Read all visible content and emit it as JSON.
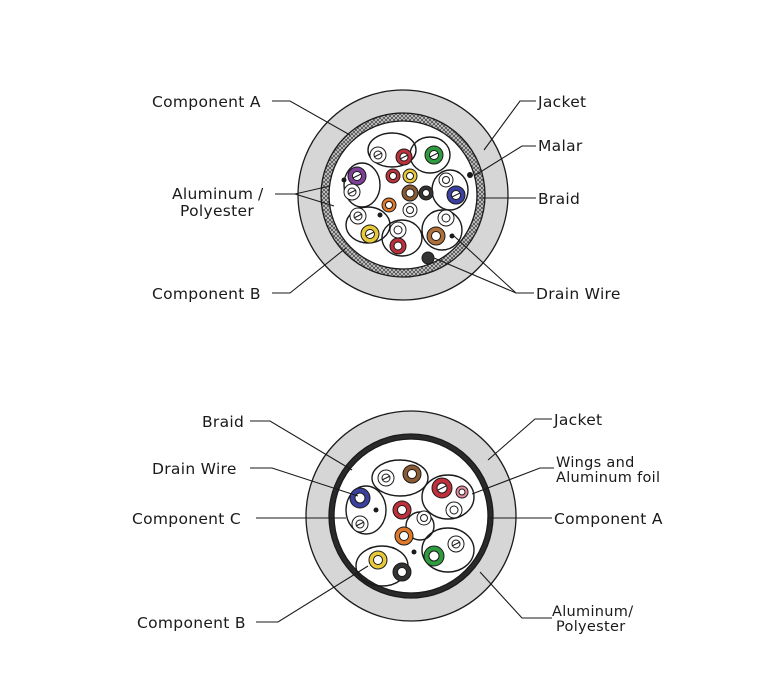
{
  "diagram_top": {
    "labels": {
      "component_a": "Component A",
      "jacket": "Jacket",
      "malar": "Malar",
      "aluminum_line1": "Aluminum",
      "aluminum_line2": "Polyester",
      "braid": "Braid",
      "component_b": "Component B",
      "drain_wire": "Drain Wire"
    },
    "conductor_colors": [
      "#c0303a",
      "#2f9a3e",
      "#3b3f9e",
      "#7e3f98",
      "#d6a21e",
      "#8a5a32",
      "#e7c93a",
      "#e07a2a",
      "#333333",
      "#b0703a"
    ]
  },
  "diagram_bottom": {
    "labels": {
      "braid": "Braid",
      "jacket": "Jacket",
      "drain_wire": "Drain Wire",
      "wings_line1": "Wings and",
      "wings_line2": "Aluminum foil",
      "component_c": "Component C",
      "component_a": "Component A",
      "component_b": "Component B",
      "aluminum_line1": "Aluminum/",
      "aluminum_line2": "Polyester"
    },
    "conductor_colors": [
      "#c0303a",
      "#8a5a32",
      "#3b3f9e",
      "#e07a2a",
      "#2f9a3e",
      "#e7c93a",
      "#333333",
      "#e88aa0"
    ]
  }
}
